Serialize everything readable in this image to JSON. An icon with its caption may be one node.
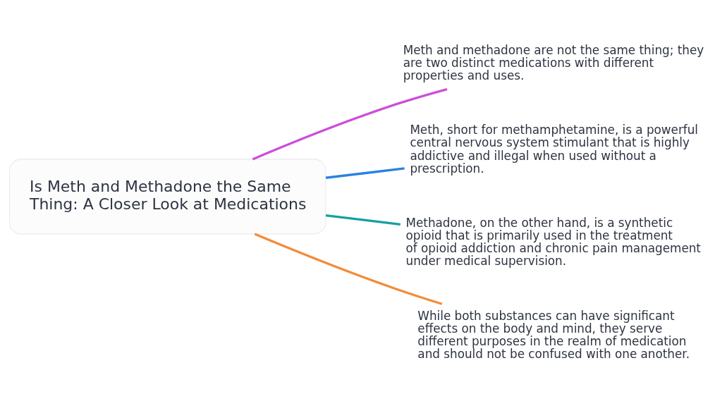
{
  "diagram": {
    "nodes": [
      {
        "text": [
          "Is Meth and Methadone the Same Thing: A Closer Look at Medications"
        ]
      },
      {
        "text": [
          "Meth and methadone are not the same thing; they are two distinct medications with different properties and uses."
        ]
      },
      {
        "text": [
          "Meth, short for methamphetamine, is a powerful central nervous system stimulant that is highly addictive and illegal when used without a prescription."
        ]
      },
      {
        "text": [
          "Methadone, on the other hand, is a synthetic opioid that is primarily used in the treatment of opioid addiction and chronic pain management under medical supervision."
        ]
      },
      {
        "text": [
          "While both substances can have significant effects on the body and mind, they serve different purposes in the realm of medication and should not be confused with one another."
        ]
      }
    ],
    "edges": [
      {
        "from": 0,
        "to": 1,
        "arrow": "none",
        "color": "#cc4fd8"
      },
      {
        "from": 0,
        "to": 2,
        "arrow": "none",
        "color": "#2a82e0"
      },
      {
        "from": 0,
        "to": 3,
        "arrow": "none",
        "color": "#14a0a0"
      },
      {
        "from": 0,
        "to": 4,
        "arrow": "none",
        "color": "#f28c38"
      }
    ]
  }
}
